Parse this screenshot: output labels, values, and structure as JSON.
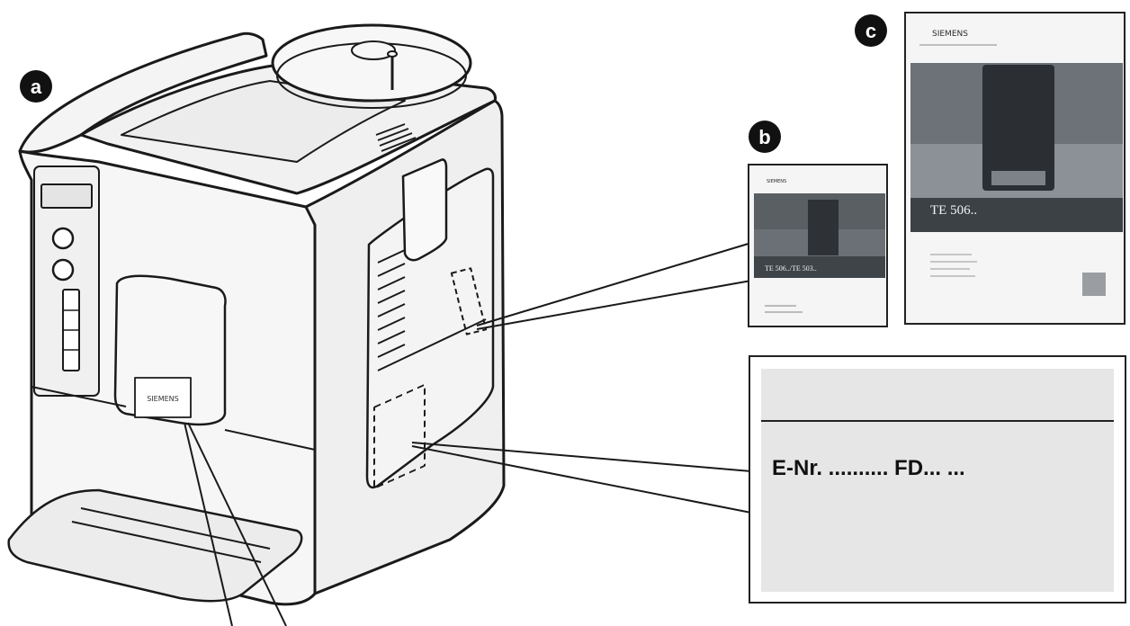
{
  "markers": {
    "a": "a",
    "b": "b",
    "c": "c"
  },
  "machine": {
    "front_brand": "SIEMENS"
  },
  "booklet_b": {
    "brand": "SIEMENS",
    "title": "TE 506../TE 503.."
  },
  "booklet_c": {
    "brand": "SIEMENS",
    "title": "TE 506.."
  },
  "rating_plate": {
    "line_text": "E-Nr. .......... FD...   ..."
  },
  "colors": {
    "outline": "#1a1a1a",
    "machine_fill": "#f4f4f4",
    "plate_fill": "#e6e6e6",
    "booklet_dark": "#4a4f55",
    "marker_fill": "#111111"
  }
}
